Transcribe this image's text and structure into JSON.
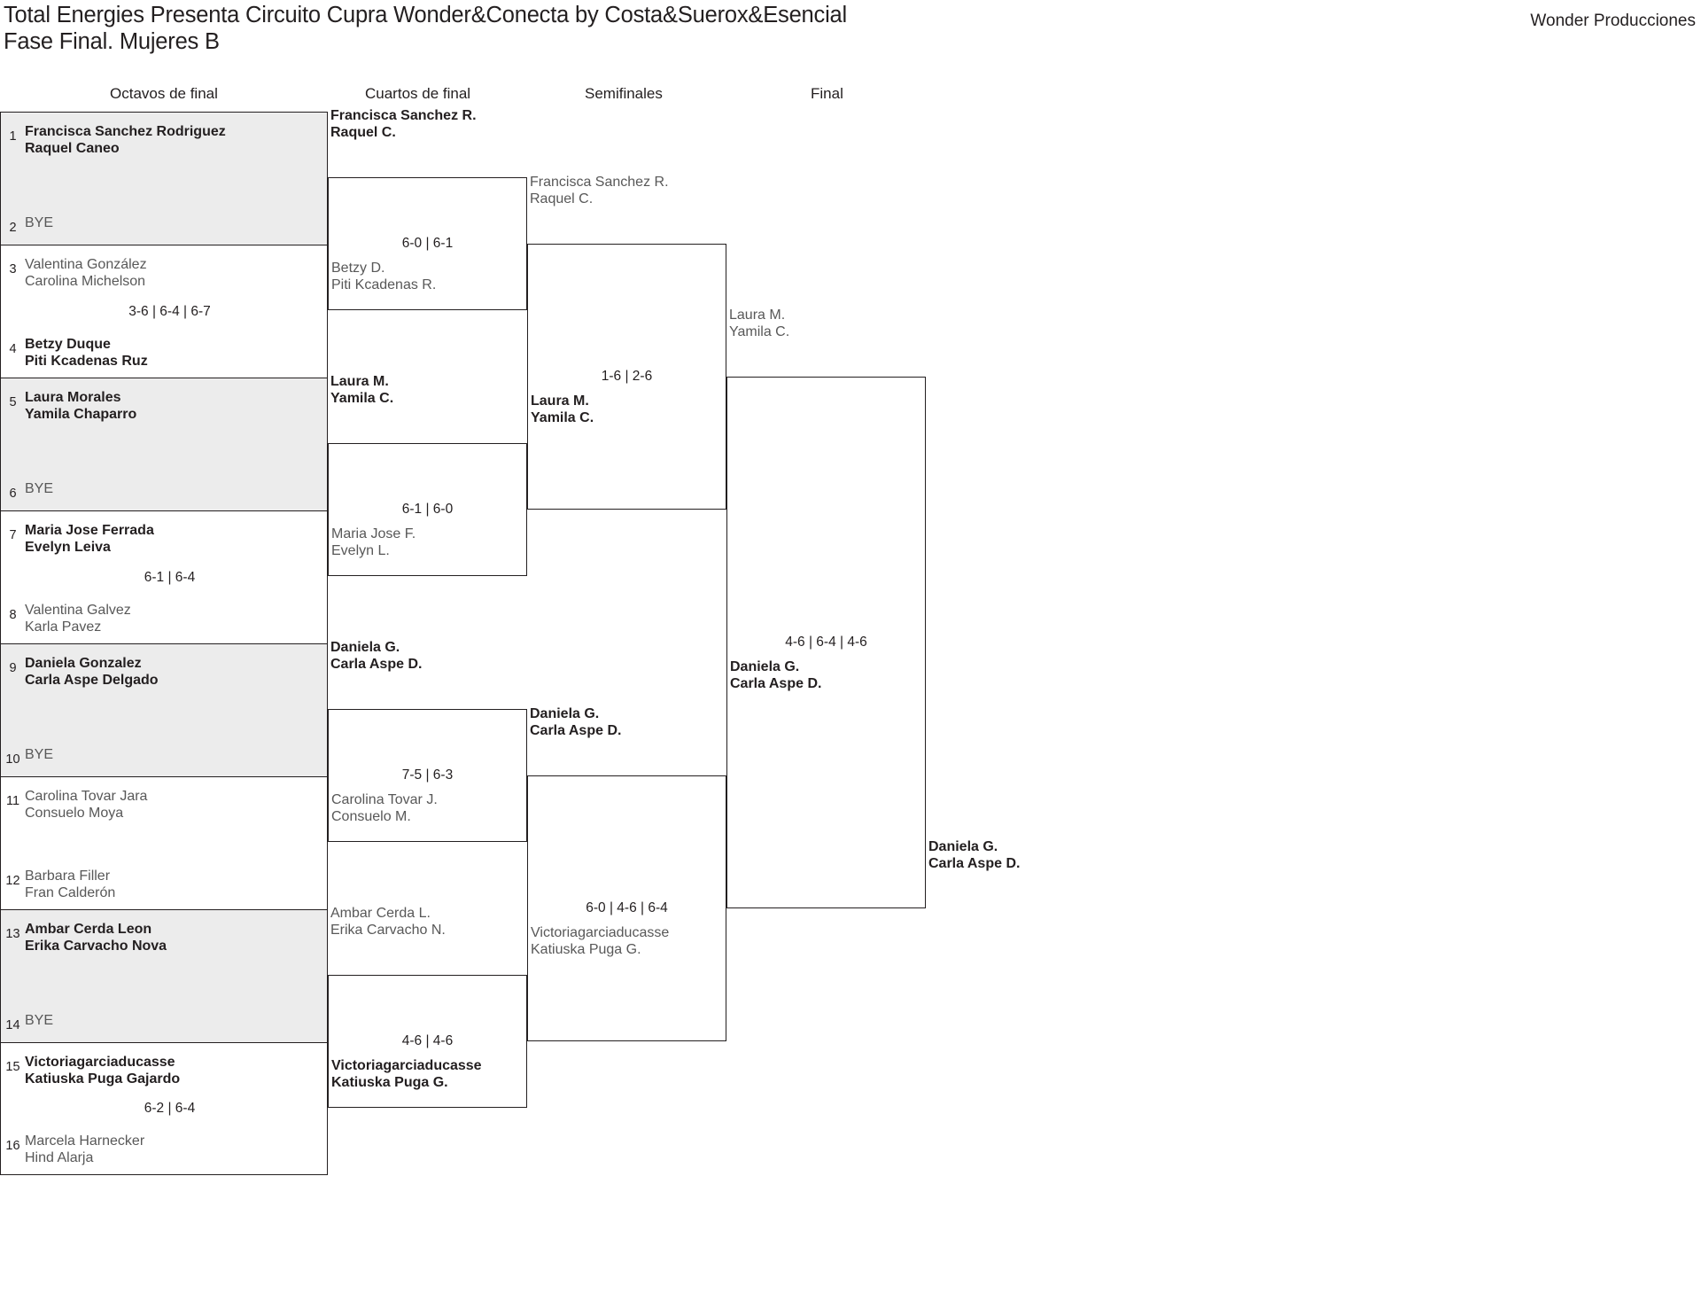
{
  "header": {
    "title": "Total Energies Presenta Circuito Cupra Wonder&Conecta by Costa&Suerox&Esencial\nFase Final. Mujeres B",
    "brand": "Wonder Producciones"
  },
  "rounds": [
    {
      "label": "Octavos de final"
    },
    {
      "label": "Cuartos de final"
    },
    {
      "label": "Semifinales"
    },
    {
      "label": "Final"
    }
  ],
  "colors": {
    "text": "#231f20",
    "muted": "#585858",
    "bye_row_bg": "#ececec",
    "line": "#231f20",
    "page_bg": "#ffffff"
  },
  "round16": [
    {
      "shaded": true,
      "score": "",
      "top": {
        "seed": "1",
        "team": "Francisca Sanchez Rodriguez\nRaquel Caneo",
        "winner": true
      },
      "bottom": {
        "seed": "2",
        "team": "BYE",
        "winner": false,
        "is_bye": true
      }
    },
    {
      "shaded": false,
      "score": "3-6 | 6-4 | 6-7",
      "top": {
        "seed": "3",
        "team": "Valentina González\nCarolina Michelson",
        "winner": false
      },
      "bottom": {
        "seed": "4",
        "team": "Betzy Duque\nPiti Kcadenas Ruz",
        "winner": true
      }
    },
    {
      "shaded": true,
      "score": "",
      "top": {
        "seed": "5",
        "team": "Laura Morales\nYamila Chaparro",
        "winner": true
      },
      "bottom": {
        "seed": "6",
        "team": "BYE",
        "winner": false,
        "is_bye": true
      }
    },
    {
      "shaded": false,
      "score": "6-1 | 6-4",
      "top": {
        "seed": "7",
        "team": "Maria Jose Ferrada\nEvelyn Leiva",
        "winner": true
      },
      "bottom": {
        "seed": "8",
        "team": "Valentina Galvez\nKarla Pavez",
        "winner": false
      }
    },
    {
      "shaded": true,
      "score": "",
      "top": {
        "seed": "9",
        "team": "Daniela Gonzalez\nCarla Aspe Delgado",
        "winner": true
      },
      "bottom": {
        "seed": "10",
        "team": "BYE",
        "winner": false,
        "is_bye": true
      }
    },
    {
      "shaded": false,
      "score": "",
      "top": {
        "seed": "11",
        "team": "Carolina Tovar Jara\nConsuelo Moya",
        "winner": false
      },
      "bottom": {
        "seed": "12",
        "team": "Barbara Filler\nFran Calderón",
        "winner": false
      }
    },
    {
      "shaded": true,
      "score": "",
      "top": {
        "seed": "13",
        "team": "Ambar Cerda Leon\nErika Carvacho Nova",
        "winner": true
      },
      "bottom": {
        "seed": "14",
        "team": "BYE",
        "winner": false,
        "is_bye": true
      }
    },
    {
      "shaded": false,
      "score": "6-2 | 6-4",
      "top": {
        "seed": "15",
        "team": "Victoriagarciaducasse\nKatiuska Puga Gajardo",
        "winner": true
      },
      "bottom": {
        "seed": "16",
        "team": "Marcela Harnecker\nHind Alarja",
        "winner": false
      }
    }
  ],
  "quarterfinals": [
    {
      "advancer": {
        "team": "Francisca Sanchez R.\nRaquel C.",
        "winner": true
      },
      "score": "6-0 | 6-1",
      "other": {
        "team": "Betzy D.\nPiti Kcadenas R.",
        "winner": false
      }
    },
    {
      "advancer": {
        "team": "Laura M.\nYamila C.",
        "winner": true
      },
      "score": "6-1 | 6-0",
      "other": {
        "team": "Maria Jose F.\nEvelyn L.",
        "winner": false
      }
    },
    {
      "advancer": {
        "team": "Daniela G.\nCarla Aspe D.",
        "winner": true
      },
      "score": "7-5 | 6-3",
      "other": {
        "team": "Carolina Tovar J.\nConsuelo M.",
        "winner": false
      }
    },
    {
      "advancer": {
        "team": "Ambar Cerda L.\nErika Carvacho N.",
        "winner": false
      },
      "score": "4-6 | 4-6",
      "other": {
        "team": "Victoriagarciaducasse\nKatiuska Puga G.",
        "winner": true
      }
    }
  ],
  "semifinals": [
    {
      "advancer": {
        "team": "Francisca Sanchez R.\nRaquel C.",
        "winner": false
      },
      "score": "1-6 | 2-6",
      "other": {
        "team": "Laura M.\nYamila C.",
        "winner": true
      }
    },
    {
      "advancer": {
        "team": "Daniela G.\nCarla Aspe D.",
        "winner": true
      },
      "score": "6-0 | 4-6 | 6-4",
      "other": {
        "team": "Victoriagarciaducasse\nKatiuska Puga G.",
        "winner": false
      }
    }
  ],
  "final": {
    "advancer": {
      "team": "Laura M.\nYamila C.",
      "winner": false
    },
    "score": "4-6 | 6-4 | 4-6",
    "other": {
      "team": "Daniela G.\nCarla Aspe D.",
      "winner": true
    },
    "champion": {
      "team": "Daniela G.\nCarla Aspe D.",
      "winner": true
    }
  }
}
